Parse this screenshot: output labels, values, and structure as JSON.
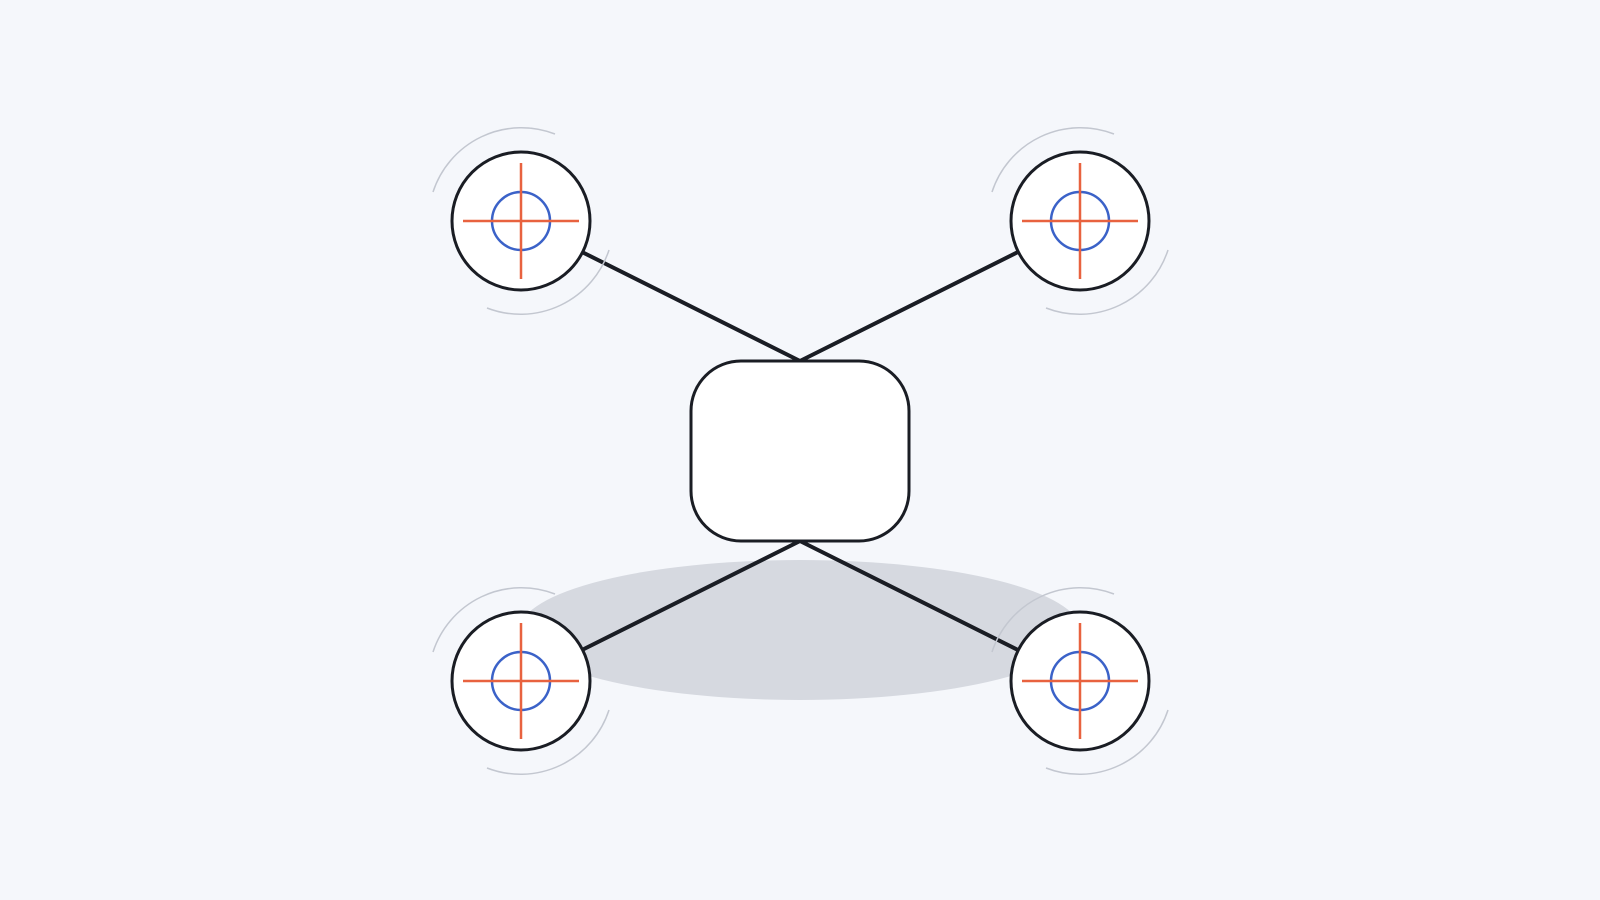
{
  "colors": {
    "background": "#f5f7fb",
    "outline": "#1a1d24",
    "fill": "#ffffff",
    "crosshair": "#e8623f",
    "hub_ring": "#3b62c8",
    "spin_arc": "#c3c7d0",
    "shadow": "#d6d9e0"
  },
  "icons": {
    "rotor": "rotor-icon",
    "hub": "rotor-hub-icon",
    "crosshair": "crosshair-icon"
  },
  "rotors": [
    {
      "id": "front-left"
    },
    {
      "id": "front-right"
    },
    {
      "id": "rear-left"
    },
    {
      "id": "rear-right"
    }
  ]
}
